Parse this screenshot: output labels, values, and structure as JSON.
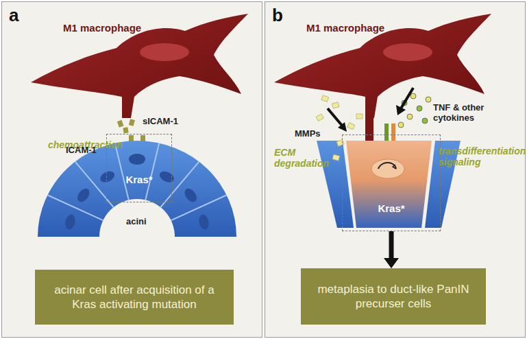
{
  "diagram": {
    "nodes": [
      {
        "text": [
          "a"
        ]
      },
      {
        "text": [
          "Kras*"
        ],
        "in": 0
      },
      {
        "text": [
          "acinar cell after acquisition of  a Kras activating mutation"
        ],
        "in": 0
      },
      {
        "text": [
          "b"
        ]
      },
      {
        "text": [
          "Kras*"
        ],
        "in": 3
      },
      {
        "text": [
          "metaplasia to duct-like PanIN precurser cells"
        ],
        "in": 3
      }
    ],
    "edges": [
      {
        "from": 4,
        "to": 5,
        "arrow": "to"
      }
    ],
    "labels": [
      "M1 macrophage",
      "sICAM-1",
      "chemoattraction",
      "ICAM-1",
      "acini",
      "M1 macrophage",
      "MMPs",
      "TNF & other cytokines",
      "ECM degradation",
      "transdifferentiation signaling"
    ]
  }
}
